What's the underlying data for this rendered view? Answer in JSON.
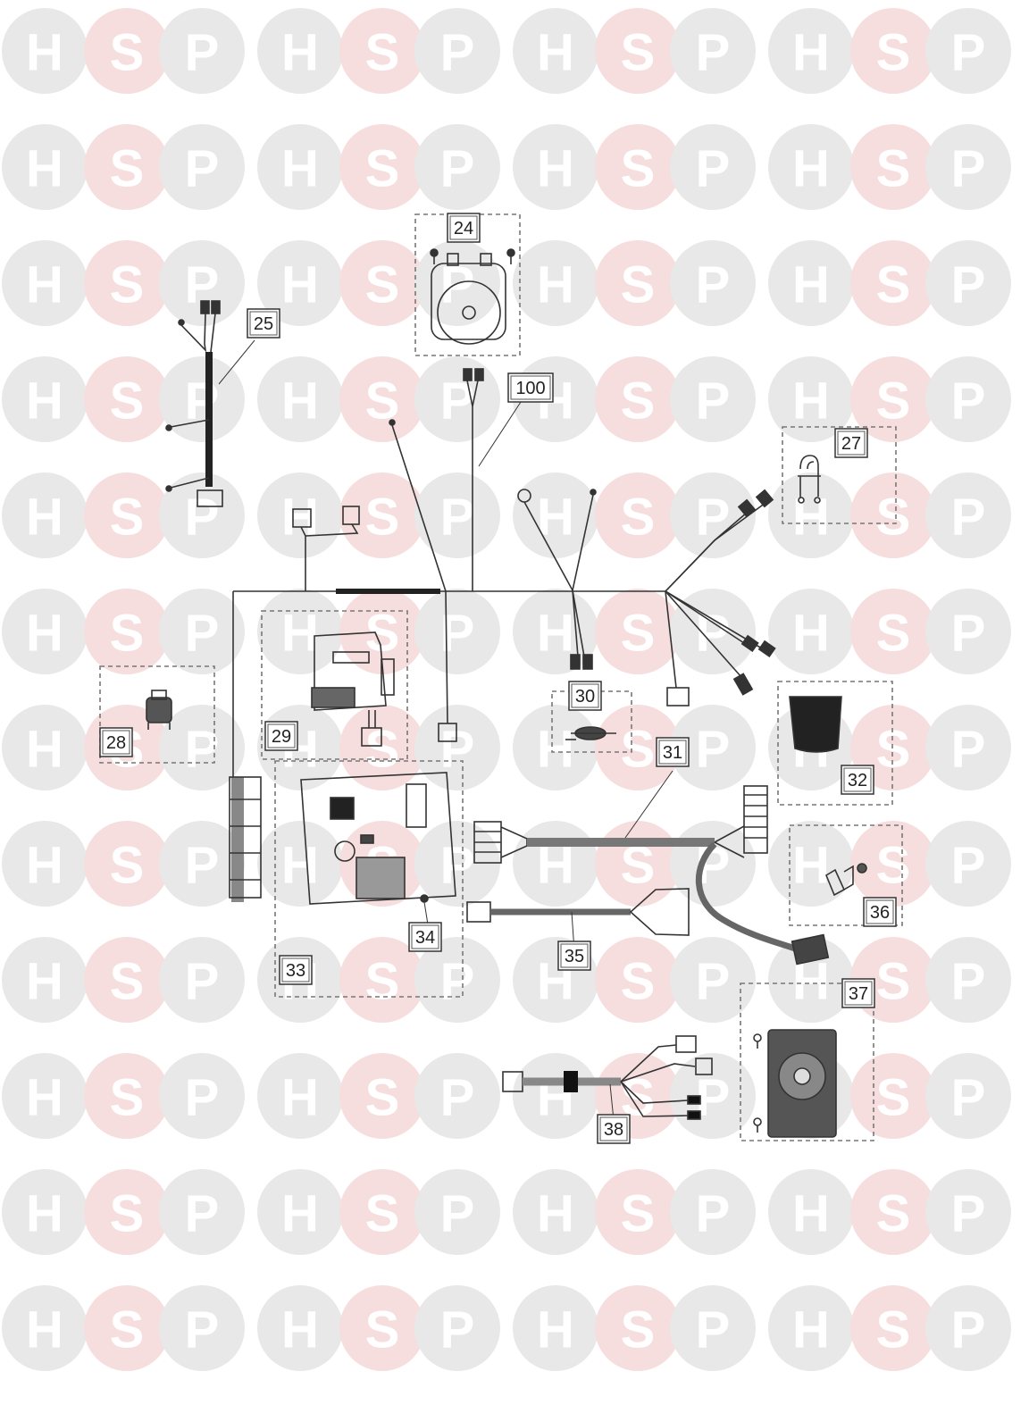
{
  "watermark": {
    "letters": [
      "H",
      "S",
      "P"
    ],
    "circle_color": "#e8e8e8",
    "accent_circle_color": "#f6dede",
    "letter_color": "#ffffff"
  },
  "diagram": {
    "line_color": "#333333",
    "callouts": [
      {
        "key": "p24",
        "label": "24"
      },
      {
        "key": "p25",
        "label": "25"
      },
      {
        "key": "p100",
        "label": "100"
      },
      {
        "key": "p27",
        "label": "27"
      },
      {
        "key": "p28",
        "label": "28"
      },
      {
        "key": "p29",
        "label": "29"
      },
      {
        "key": "p30",
        "label": "30"
      },
      {
        "key": "p31",
        "label": "31"
      },
      {
        "key": "p32",
        "label": "32"
      },
      {
        "key": "p33",
        "label": "33"
      },
      {
        "key": "p34",
        "label": "34"
      },
      {
        "key": "p35",
        "label": "35"
      },
      {
        "key": "p36",
        "label": "36"
      },
      {
        "key": "p37",
        "label": "37"
      },
      {
        "key": "p38",
        "label": "38"
      }
    ]
  }
}
